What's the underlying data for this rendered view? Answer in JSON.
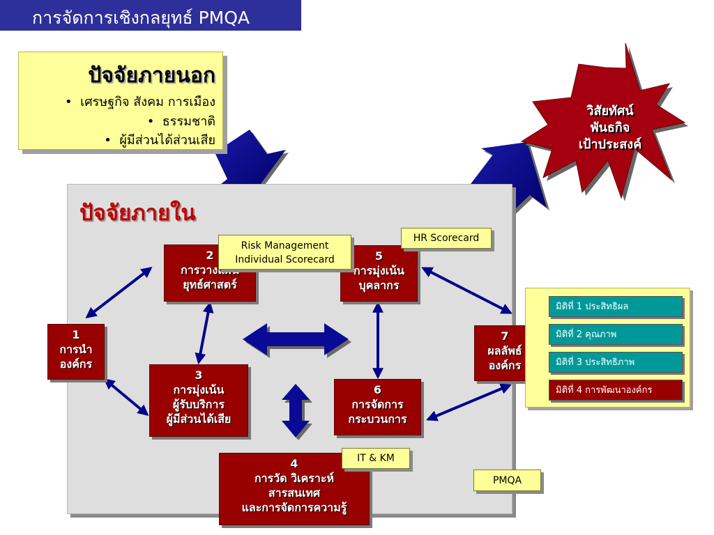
{
  "title": "การจัดการเชิงกลยุทธ์  PMQA",
  "external": {
    "heading": "ปัจจัยภายนอก",
    "items": [
      "เศรษฐกิจ สังคม การเมือง",
      "ธรรมชาติ",
      "ผู้มีส่วนได้ส่วนเสีย"
    ]
  },
  "internal_heading": "ปัจจัยภายใน",
  "star_lines": [
    "วิสัยทัศน์",
    "พันธกิจ",
    "เป้าประสงค์"
  ],
  "boxes": {
    "b1": {
      "num": "1",
      "lines": [
        "การนำ",
        "องค์กร"
      ]
    },
    "b2": {
      "num": "2",
      "lines": [
        "การวางแผน",
        "ยุทธ์ศาสตร์"
      ]
    },
    "b3": {
      "num": "3",
      "lines": [
        "การมุ่งเน้น",
        "ผู้รับบริการ",
        "ผู้มีส่วนได้เสีย"
      ]
    },
    "b4": {
      "num": "4",
      "lines": [
        "การวัด วิเคราะห์",
        "สารสนเทศ",
        "และการจัดการความรู้"
      ]
    },
    "b5": {
      "num": "5",
      "lines": [
        "การมุ่งเน้น",
        "บุคลากร"
      ]
    },
    "b6": {
      "num": "6",
      "lines": [
        "การจัดการ",
        "กระบวนการ"
      ]
    },
    "b7": {
      "num": "7",
      "lines": [
        "ผลลัพธ์",
        "องค์กร"
      ]
    }
  },
  "callouts": {
    "risk": [
      "Risk Management",
      "Individual Scorecard"
    ],
    "hr": "HR  Scorecard",
    "it": "IT  &  KM",
    "pmqa": "PMQA"
  },
  "dimensions": [
    "มิติที่ 1 ประสิทธิผล",
    "มิติที่ 2 คุณภาพ",
    "มิติที่ 3 ประสิทธิภาพ",
    "มิติที่ 4 การพัฒนาองค์กร"
  ],
  "colors": {
    "title_bar": "#2d2f9a",
    "box_red": "#990000",
    "callout_yellow": "#ffff99",
    "arrow_blue": "#00008b",
    "dimension_teal": "#009999",
    "panel_gray": "#dedede"
  }
}
